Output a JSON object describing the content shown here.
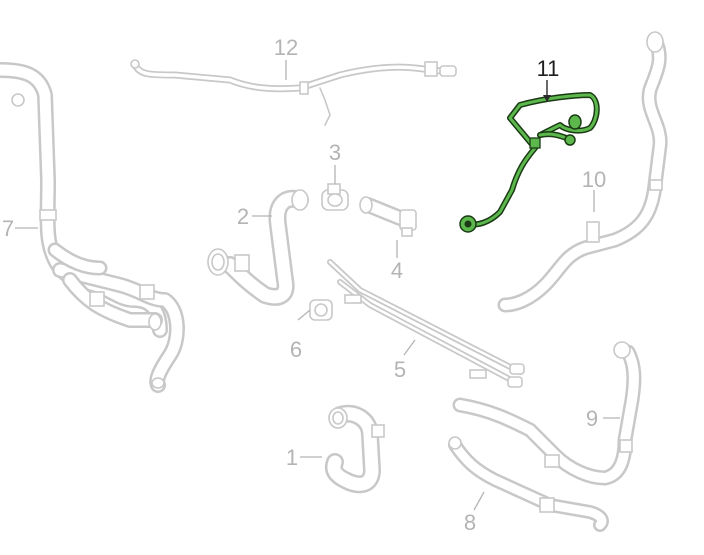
{
  "diagram": {
    "highlight_color": "#5cb84c",
    "part_color": "#c8c8c8",
    "callouts": [
      {
        "id": "1",
        "label": "1"
      },
      {
        "id": "2",
        "label": "2"
      },
      {
        "id": "3",
        "label": "3"
      },
      {
        "id": "4",
        "label": "4"
      },
      {
        "id": "5",
        "label": "5"
      },
      {
        "id": "6",
        "label": "6"
      },
      {
        "id": "7",
        "label": "7"
      },
      {
        "id": "8",
        "label": "8"
      },
      {
        "id": "9",
        "label": "9"
      },
      {
        "id": "10",
        "label": "10"
      },
      {
        "id": "11",
        "label": "11",
        "highlighted": true
      },
      {
        "id": "12",
        "label": "12"
      }
    ]
  }
}
